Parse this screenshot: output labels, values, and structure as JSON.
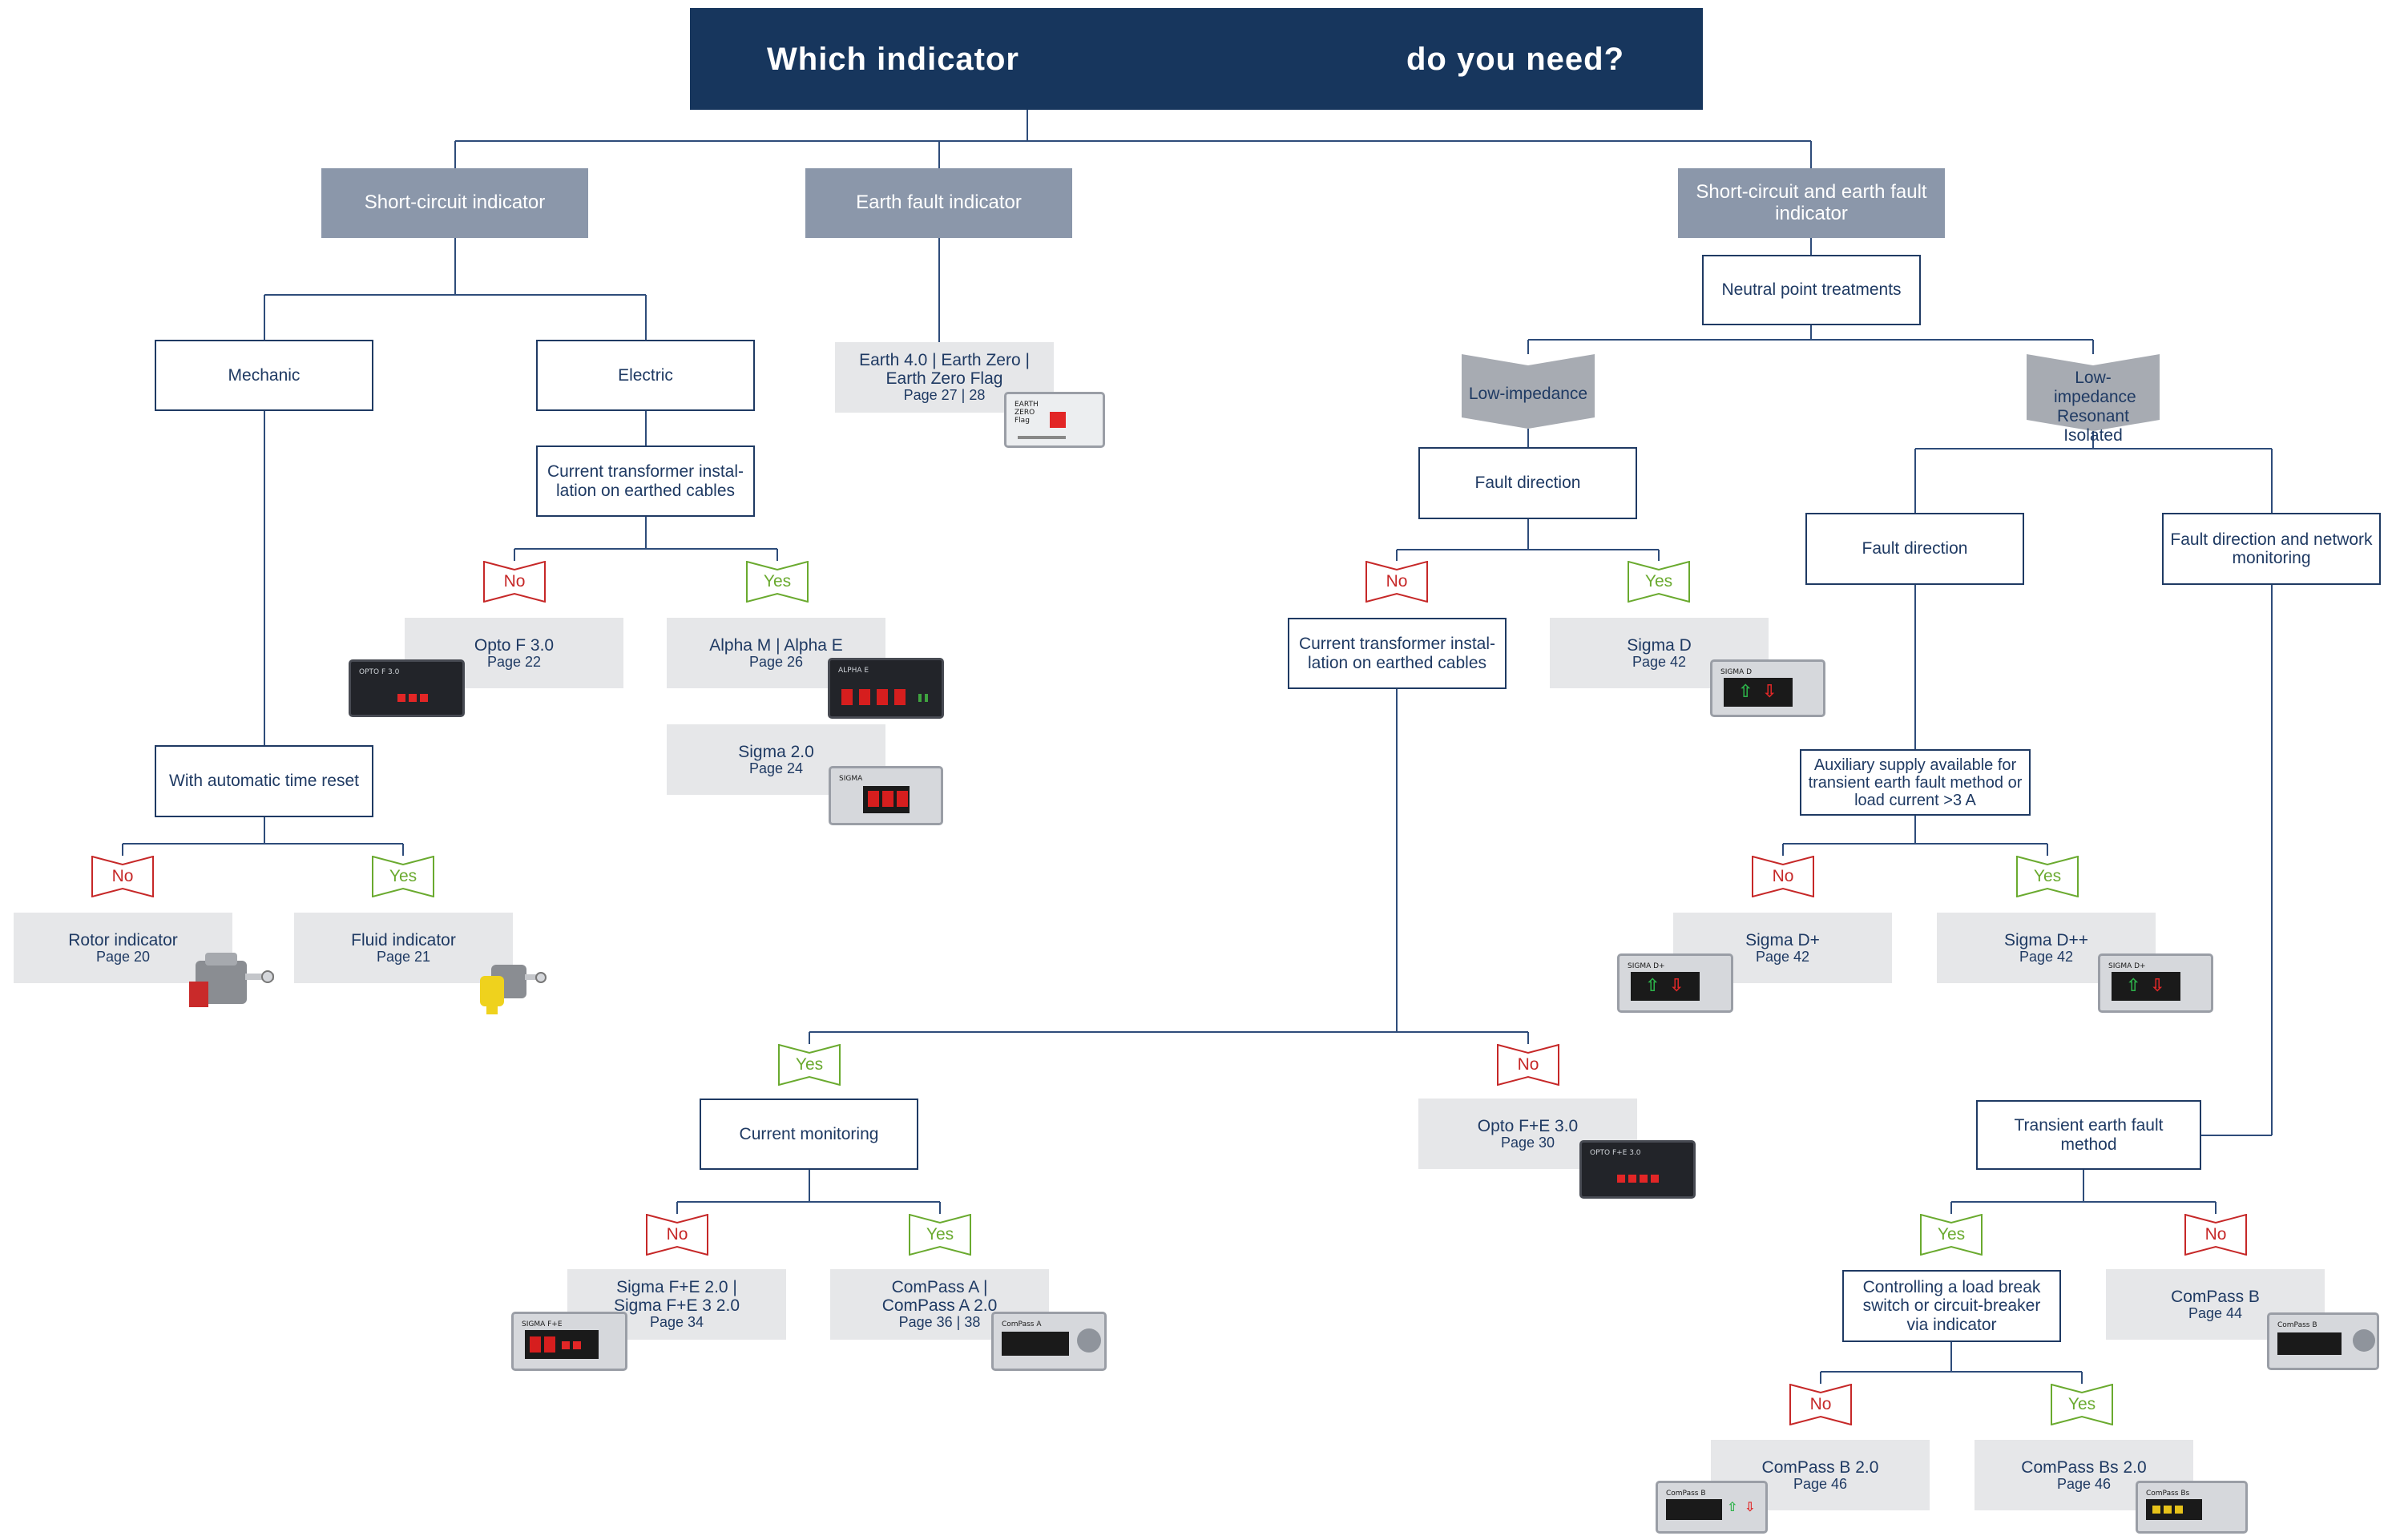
{
  "colors": {
    "header": "#17365d",
    "category": "#8b97aa",
    "box_border": "#1f3a63",
    "product_bg": "#e6e7e9",
    "no": "#c62828",
    "yes": "#6aaa2f",
    "line": "#2e4c7a"
  },
  "header": {
    "part1": "Which indicator",
    "part2": "do you need?"
  },
  "categories": {
    "short_circuit": "Short-circuit indicator",
    "earth_fault": "Earth fault indicator",
    "combined": "Short-circuit and earth fault indicator"
  },
  "short_circuit": {
    "mechanic": "Mechanic",
    "electric": "Electric",
    "ct_question": "Current transformer instal-lation on earthed cables",
    "auto_reset": "With automatic time reset",
    "rotor": {
      "name": "Rotor indicator",
      "page": "Page 20"
    },
    "fluid": {
      "name": "Fluid indicator",
      "page": "Page 21"
    },
    "opto_f": {
      "name": "Opto F 3.0",
      "page": "Page 22"
    },
    "alpha": {
      "name": "Alpha M | Alpha E",
      "page": "Page 26"
    },
    "sigma20": {
      "name": "Sigma 2.0",
      "page": "Page 24"
    }
  },
  "earth_fault": {
    "product": {
      "name": "Earth 4.0 | Earth Zero | Earth Zero Flag",
      "page": "Page 27 | 28"
    },
    "device_label": "EARTH ZERO Flag"
  },
  "combined": {
    "neutral": "Neutral point treatments",
    "low_imp": "Low-impedance",
    "low_imp_res": "Low-impedance Resonant Isolated",
    "fault_dir_left": "Fault direction",
    "ct_question": "Current transformer instal-lation on earthed cables",
    "sigma_d": {
      "name": "Sigma D",
      "page": "Page 42"
    },
    "current_monitoring": "Current monitoring",
    "sigma_fe": {
      "name": "Sigma F+E 2.0 | Sigma F+E 3 2.0",
      "page": "Page 34"
    },
    "compass_a": {
      "name": "ComPass A | ComPass A 2.0",
      "page": "Page 36 | 38"
    },
    "opto_fe": {
      "name": "Opto F+E 3.0",
      "page": "Page 30"
    },
    "fault_dir_right": "Fault direction",
    "fault_dir_net": "Fault direction and network monitoring",
    "aux_supply": "Auxiliary supply available for transient earth fault method or load current >3 A",
    "sigma_dp": {
      "name": "Sigma D+",
      "page": "Page 42"
    },
    "sigma_dpp": {
      "name": "Sigma D++",
      "page": "Page 42"
    },
    "transient": "Transient earth fault method",
    "controlling": "Controlling a load break switch or circuit-breaker via indicator",
    "compass_b": {
      "name": "ComPass B",
      "page": "Page 44"
    },
    "compass_b2": {
      "name": "ComPass B 2.0",
      "page": "Page 46"
    },
    "compass_bs2": {
      "name": "ComPass Bs 2.0",
      "page": "Page 46"
    }
  },
  "answers": {
    "no": "No",
    "yes": "Yes"
  },
  "device_labels": {
    "opto_f": "OPTO F 3.0",
    "alpha": "ALPHA E",
    "sigma": "SIGMA",
    "sigma_d": "SIGMA D",
    "sigma_dp": "SIGMA D+",
    "sigma_fe": "SIGMA F+E",
    "opto_fe": "OPTO F+E 3.0",
    "compass_a": "ComPass A",
    "compass_b": "ComPass B",
    "compass_b2": "ComPass B",
    "compass_bs": "ComPass Bs"
  }
}
